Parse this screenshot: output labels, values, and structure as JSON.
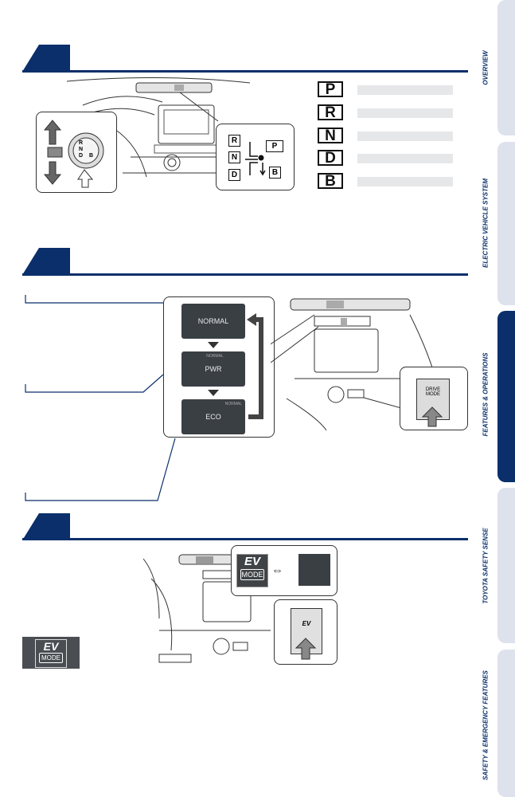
{
  "side_tabs": [
    {
      "label": "OVERVIEW",
      "active": false
    },
    {
      "label": "ELECTRIC VEHICLE SYSTEM",
      "active": false
    },
    {
      "label": "FEATURES & OPERATIONS",
      "active": true
    },
    {
      "label": "TOYOTA SAFETY SENSE",
      "active": false
    },
    {
      "label": "SAFETY & EMERGENCY FEATURES",
      "active": false
    }
  ],
  "shift_positions": [
    "P",
    "R",
    "N",
    "D",
    "B"
  ],
  "shifter_knob": {
    "letters": [
      "R",
      "N",
      "D",
      "B"
    ]
  },
  "shift_gate": {
    "letters": [
      "R",
      "N",
      "D",
      "P",
      "B"
    ]
  },
  "drive_modes": [
    "NORMAL",
    "PWR",
    "ECO"
  ],
  "drive_mode_screen_tags": {
    "pwr": "NORMAL",
    "eco": "NORMAL"
  },
  "drive_mode_button": {
    "line1": "DRIVE",
    "line2": "MODE"
  },
  "ev_badge": {
    "top": "EV",
    "bottom": "MODE"
  },
  "colors": {
    "brand_blue": "#0a2f6b",
    "screen": "#3a3f44",
    "legend_bar": "#e6e7e9"
  }
}
